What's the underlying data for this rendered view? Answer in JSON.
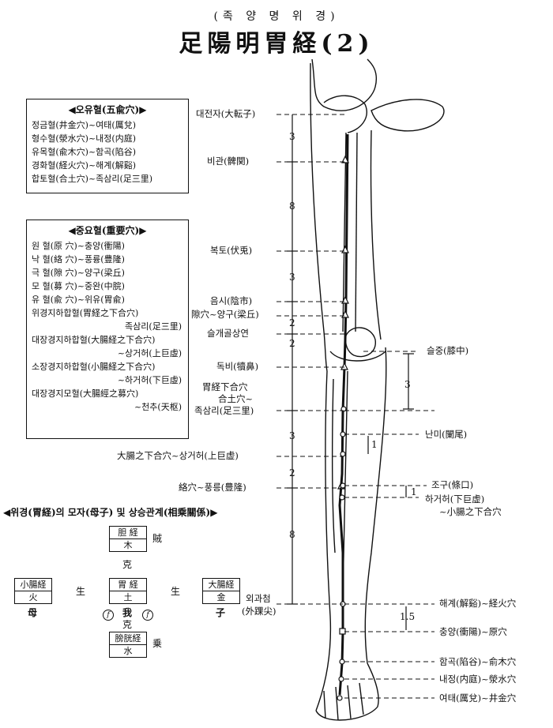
{
  "title": {
    "korean": "(족 양 명 위 경)",
    "hanja": "足陽明胃経(2)"
  },
  "wu_shu": {
    "header": "◀오유혈(五兪穴)▶",
    "rows": [
      "정금혈(井金穴)~여태(厲兌)",
      "형수혈(滎水穴)~내정(内庭)",
      "유목혈(兪木穴)~함곡(陷谷)",
      "경화혈(経火穴)~해계(解谿)",
      "합토혈(合土穴)~족삼리(足三里)"
    ]
  },
  "important": {
    "header": "◀중요혈(重要穴)▶",
    "rows": [
      "원 혈(原 穴)~충양(衝陽)",
      "낙 혈(絡 穴)~풍륭(豊隆)",
      "극 혈(隙 穴)~양구(梁丘)",
      "모 혈(募 穴)~중완(中脘)",
      "유 혈(兪 穴)~위유(胃兪)",
      "위경지하합혈(胃経之下合穴)",
      "족삼리(足三里)",
      "대장경지하합혈(大腸経之下合穴)",
      "~상거허(上巨虛)",
      "소장경지하합혈(小腸経之下合穴)",
      "~하거허(下巨虛)",
      "대장경지모혈(大腸經之募穴)",
      "~천추(天枢)"
    ]
  },
  "relations": {
    "header": "◀위경(胃経)의 모자(母子) 및 상승관계(相乘關係)▶",
    "top": {
      "name": "胆 経",
      "element": "木",
      "side": "賊"
    },
    "ke": "克",
    "left": {
      "name": "小腸経",
      "element": "火",
      "label": "母"
    },
    "center": {
      "name": "胃 経",
      "element": "土",
      "label": "我"
    },
    "right": {
      "name": "大腸経",
      "element": "金",
      "label": "子"
    },
    "sheng": "生",
    "bottom_ke": "克",
    "bottom": {
      "name": "膀胱経",
      "element": "水",
      "side": "乗"
    },
    "circle_f": "f"
  },
  "left_labels": {
    "dajeonja": "대전자(大転子)",
    "bigwan": "비관(髀関)",
    "bokto": "복토(伏兎)",
    "eumsi": "음시(陰市)",
    "yanggu": "隙穴~양구(梁丘)",
    "seulgae": "슬개골상연",
    "dokbi": "독비(犢鼻)",
    "xiahe1": "胃経下合穴",
    "xiahe2": "合土穴~",
    "joksamri": "족삼리(足三里)",
    "sanggeo": "大腸之下合穴~상거허(上巨虚)",
    "pungryung": "絡穴~풍릉(豊隆)",
    "oegwa1": "외과첨",
    "oegwa2": "(外踝尖)"
  },
  "left_nums": [
    "3",
    "8",
    "3",
    "2",
    "2",
    "3",
    "2",
    "8"
  ],
  "right_labels": {
    "seuljung": "슬중(膝中)",
    "nanmi": "난미(闌尾)",
    "jogu": "조구(條口)",
    "hageo1": "하거허(下巨虚)",
    "hageo2": "~小腸之下合穴",
    "haegye": "해계(解谿)~経火穴",
    "chungyang": "충양(衝陽)~原穴",
    "hamgok": "함곡(陷谷)~俞木穴",
    "naejeong": "내정(内庭)~滎水穴",
    "yeotae": "여태(厲兌)~井金穴"
  },
  "right_nums": [
    "3",
    "1",
    "1",
    "1.5"
  ]
}
